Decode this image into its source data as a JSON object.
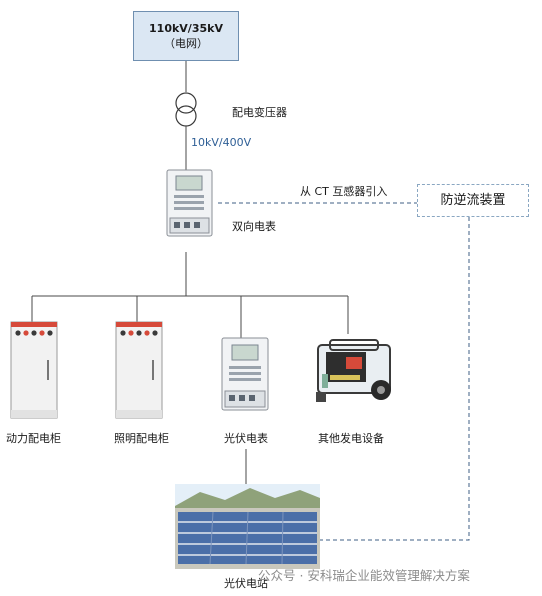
{
  "grid": {
    "line1": "110kV/35kV",
    "line2": "（电网）"
  },
  "transformer": {
    "label": "配电变压器",
    "voltage": "10kV/400V"
  },
  "meter": {
    "label": "双向电表",
    "ct_note": "从 CT 互感器引入"
  },
  "anti_backflow": {
    "label": "防逆流装置"
  },
  "loads": [
    {
      "label": "动力配电柜"
    },
    {
      "label": "照明配电柜"
    },
    {
      "label": "光伏电表"
    },
    {
      "label": "其他发电设备"
    }
  ],
  "pv_station": {
    "label": "光伏电站"
  },
  "watermark": "公众号 · 安科瑞企业能效管理解决方案",
  "colors": {
    "line": "#4a4a4a",
    "dash": "#3f5f86",
    "accent": "#2f5f96",
    "grid_fill": "#dbe7f3"
  }
}
